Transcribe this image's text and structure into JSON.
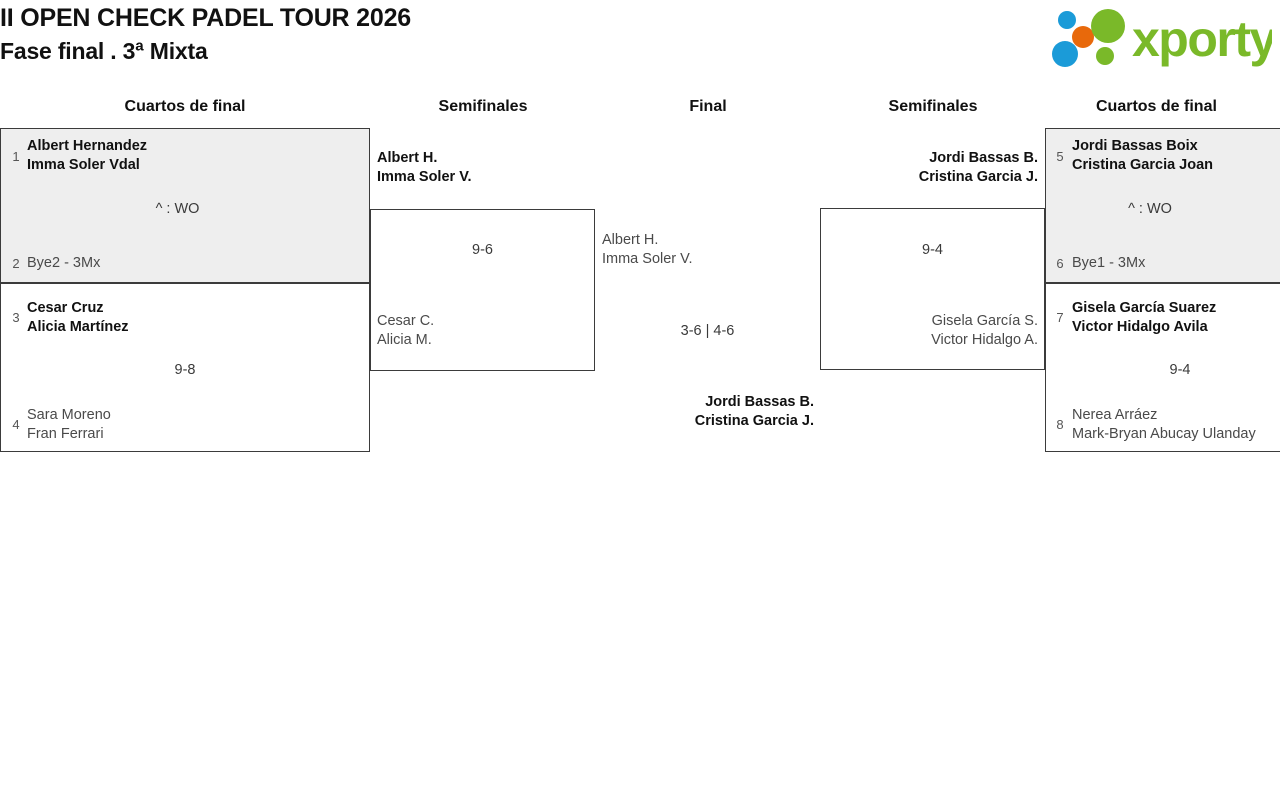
{
  "header": {
    "title_line1": "II OPEN CHECK PADEL TOUR 2026",
    "title_line2": "Fase final . 3ª Mixta",
    "logo_text": "xporty",
    "logo_colors": {
      "green": "#7AB929",
      "blue": "#1B9BD8",
      "orange": "#E8690B"
    }
  },
  "rounds": [
    {
      "id": "qf-left",
      "label": "Cuartos de final"
    },
    {
      "id": "sf-left",
      "label": "Semifinales"
    },
    {
      "id": "final",
      "label": "Final"
    },
    {
      "id": "sf-right",
      "label": "Semifinales"
    },
    {
      "id": "qf-right",
      "label": "Cuartos de final"
    }
  ],
  "matches": {
    "qf1": {
      "score": "^ : WO",
      "top": {
        "seed": "1",
        "line1": "Albert Hernandez",
        "line2": "Imma Soler Vdal",
        "result": "winner"
      },
      "bottom": {
        "seed": "2",
        "line1": "Bye2 - 3Mx",
        "line2": "",
        "result": "loser"
      }
    },
    "qf2": {
      "score": "9-8",
      "top": {
        "seed": "3",
        "line1": "Cesar Cruz",
        "line2": "Alicia Martínez",
        "result": "winner"
      },
      "bottom": {
        "seed": "4",
        "line1": "Sara Moreno",
        "line2": "Fran Ferrari",
        "result": "loser"
      }
    },
    "sf1": {
      "score": "9-6",
      "top": {
        "seed": "",
        "line1": "Albert H.",
        "line2": "Imma Soler V.",
        "result": "winner"
      },
      "bottom": {
        "seed": "",
        "line1": "Cesar C.",
        "line2": "Alicia M.",
        "result": "loser"
      }
    },
    "final": {
      "score": "3-6 | 4-6",
      "top": {
        "seed": "",
        "line1": "Albert H.",
        "line2": "Imma Soler V.",
        "result": "loser"
      },
      "bottom": {
        "seed": "",
        "line1": "Jordi Bassas B.",
        "line2": "Cristina Garcia J.",
        "result": "winner"
      }
    },
    "sf2": {
      "score": "9-4",
      "top": {
        "seed": "",
        "line1": "Jordi Bassas B.",
        "line2": "Cristina Garcia J.",
        "result": "winner"
      },
      "bottom": {
        "seed": "",
        "line1": "Gisela García S.",
        "line2": "Victor Hidalgo A.",
        "result": "loser"
      }
    },
    "qf3": {
      "score": "^ : WO",
      "top": {
        "seed": "5",
        "line1": "Jordi Bassas Boix",
        "line2": "Cristina Garcia Joan",
        "result": "winner"
      },
      "bottom": {
        "seed": "6",
        "line1": "Bye1 - 3Mx",
        "line2": "",
        "result": "loser"
      }
    },
    "qf4": {
      "score": "9-4",
      "top": {
        "seed": "7",
        "line1": "Gisela García Suarez",
        "line2": "Victor Hidalgo Avila",
        "result": "winner"
      },
      "bottom": {
        "seed": "8",
        "line1": "Nerea Arráez",
        "line2": "Mark-Bryan Abucay Ulanday",
        "result": "loser"
      }
    }
  }
}
